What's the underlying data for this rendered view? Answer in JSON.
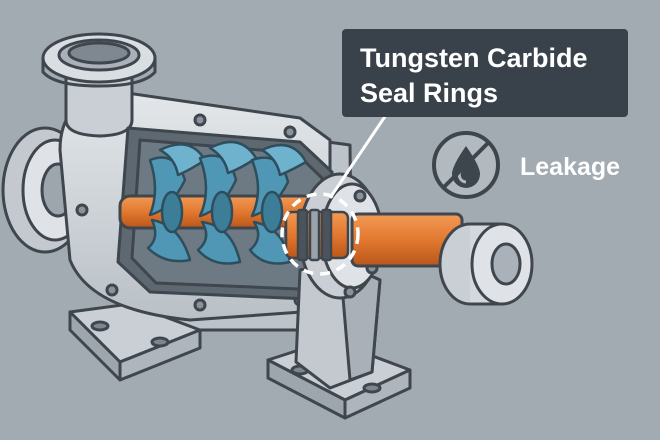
{
  "callout": {
    "line1": "Tungsten Carbide",
    "line2": "Seal Rings"
  },
  "leakage": {
    "label": "Leakage",
    "icon": "no-water-drop-icon"
  },
  "colors": {
    "background": "#a5adb5",
    "metal": "#d3d8dd",
    "metal_dark": "#aeb5bc",
    "outline": "#3f464d",
    "impeller": "#4f97b4",
    "shaft": "#e2782f",
    "callout_bg": "#39424b",
    "label_text": "#ffffff"
  }
}
